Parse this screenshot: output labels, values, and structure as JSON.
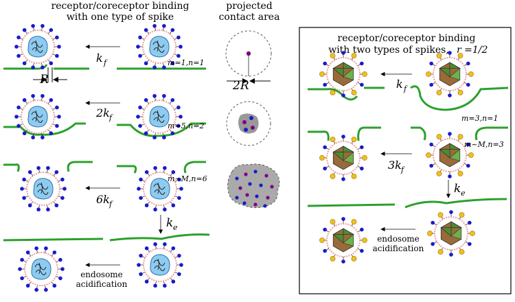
{
  "left_panel": {
    "title_line1": "receptor/coreceptor binding",
    "title_line2": "with one type of spike",
    "projected_title_line1": "projected",
    "projected_title_line2": "contact area",
    "R_label": "R",
    "twoR_label": "2R",
    "rows": [
      {
        "rate": "k",
        "rate_sub": "f",
        "state": "m=1,n=1"
      },
      {
        "rate": "2k",
        "rate_sub": "f",
        "state": "m=5,n=2"
      },
      {
        "rate": "6k",
        "rate_sub": "f",
        "state": "m~M,n=6"
      }
    ],
    "endocytosis_rate": "k",
    "endocytosis_sub": "e",
    "acidification_line1": "endosome",
    "acidification_line2": "acidification"
  },
  "right_panel": {
    "title_line1": "receptor/coreceptor binding",
    "title_line2": "with two types of spikes,",
    "ratio_label": "r =1/2",
    "rows": [
      {
        "rate": "k",
        "rate_sub": "f",
        "state": "m=3,n=1"
      },
      {
        "rate": "3k",
        "rate_sub": "f",
        "state": "m~M,n=3"
      }
    ],
    "endocytosis_rate": "k",
    "endocytosis_sub": "e",
    "acidification_line1": "endosome",
    "acidification_line2": "acidification"
  },
  "colors": {
    "membrane": "#2ca02c",
    "capsid_blue": "#8ecbf0",
    "capsid_green": "#4a8f2f",
    "capsid_brown": "#9a6a3a",
    "envelope": "#e8a0a0",
    "spike_blue": "#1a1acc",
    "spike_yellow": "#f0c020",
    "contact_gray": "#aaaaaa",
    "receptor_purple": "#800080"
  }
}
